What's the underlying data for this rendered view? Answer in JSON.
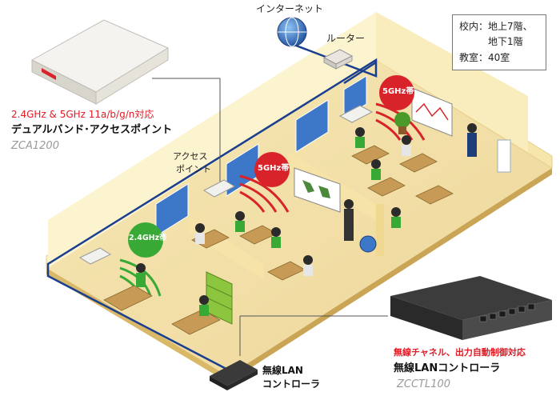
{
  "colors": {
    "network_line": "#1b3f8f",
    "band_5ghz": "#d8232a",
    "band_24ghz": "#39a935",
    "accent_red": "#e01b24",
    "floor": "#f2dfa6",
    "wall": "#fbf0c4"
  },
  "internet": {
    "label": "インターネット",
    "icon": "globe-icon"
  },
  "router": {
    "label": "ルーター",
    "icon": "router-icon"
  },
  "info": {
    "line1": "校内：地上7階、",
    "line2": "地下1階",
    "line3": "教室：40室"
  },
  "access_point_product": {
    "spec": "2.4GHz & 5GHz 11a/b/g/n対応",
    "name": "デュアルバンド･アクセスポイント",
    "model": "ZCA1200",
    "icon": "access-point-device-icon"
  },
  "ap_callout": {
    "line1": "アクセス",
    "line2": "ポイント"
  },
  "badges": [
    {
      "label": "5GHz帯"
    },
    {
      "label": "5GHz帯"
    },
    {
      "label": "2.4GHz帯"
    }
  ],
  "lan_controller_callout": {
    "line1": "無線LAN",
    "line2": "コントローラ"
  },
  "controller_product": {
    "spec": "無線チャネル、出力自動制御対応",
    "name": "無線LANコントローラ",
    "model": "ZCCTL100",
    "icon": "controller-device-icon"
  }
}
